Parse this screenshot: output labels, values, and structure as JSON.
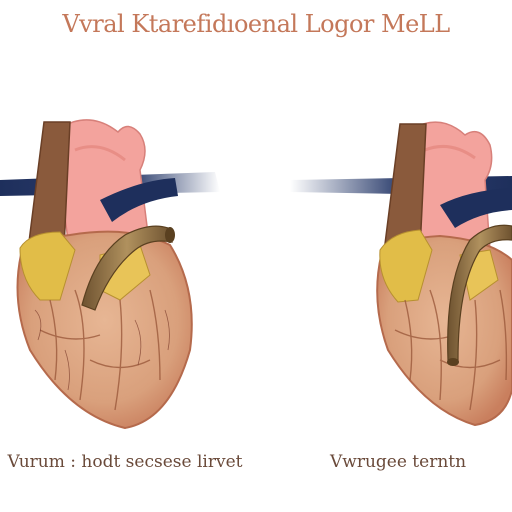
{
  "title": "Vvral Ktarefidıoenal Logor MeLL",
  "captions": {
    "left": "Vurum : hodt secsese lirvet",
    "right": "Vwrugee terntn"
  },
  "colors": {
    "title": "#c4785a",
    "caption": "#6a4a3a",
    "vessel": "#1e2f5c",
    "myocardium": "#d9a07c",
    "fat": "#e1bd48",
    "aorta": "#f3a39d",
    "catheter": "#8a6a3c"
  }
}
